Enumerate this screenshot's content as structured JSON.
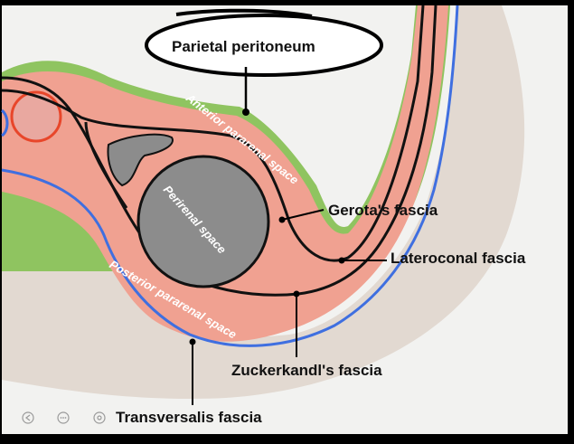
{
  "labels": {
    "parietal_peritoneum": "Parietal peritoneum",
    "gerotas_fascia": "Gerota's fascia",
    "lateroconal_fascia": "Lateroconal fascia",
    "zuckerkandls_fascia": "Zuckerkandl's fascia",
    "transversalis_fascia": "Transversalis fascia",
    "anterior_pararenal_space": "Anterior pararenal space",
    "posterior_pararenal_space": "Posterior pararenal space",
    "perirenal_space": "Perirenal space"
  },
  "colors": {
    "background": "#f2f2f0",
    "muscle": "#e2d9d1",
    "fat": "#f0a191",
    "peritoneum": "#8fc460",
    "transversalis": "#3f6fe0",
    "kidney": "#8c8c8c",
    "vessel": "#e8462a",
    "fascia": "#111111"
  },
  "player_controls": [
    "prev-icon",
    "more-icon",
    "gear-icon"
  ]
}
